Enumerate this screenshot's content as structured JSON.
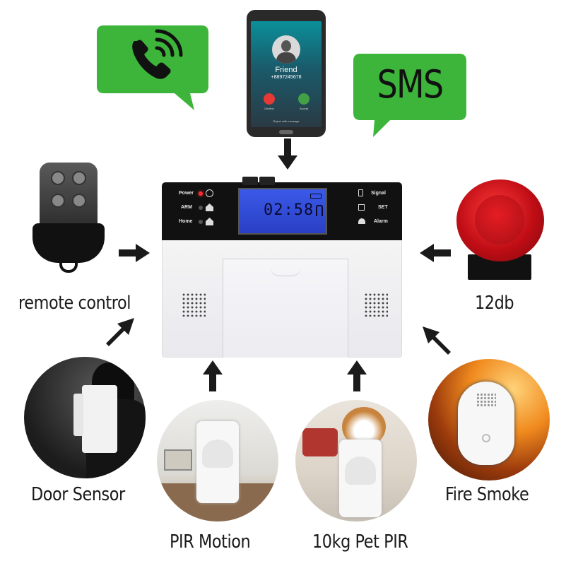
{
  "bubbles": {
    "sms_text": "SMS"
  },
  "phone": {
    "caller_name": "Friend",
    "caller_number": "+8897245678",
    "decline_label": "Decline",
    "accept_label": "Accept",
    "reject_text": "Reject with message"
  },
  "panel": {
    "power_label": "Power",
    "arm_label": "ARM",
    "home_label": "Home",
    "signal_label": "Signal",
    "set_label": "SET",
    "alarm_label": "Alarm",
    "lcd_time": "02:58"
  },
  "devices": {
    "remote_label": "remote control",
    "siren_label": "12db",
    "door_label": "Door Sensor",
    "pir_label": "PIR Motion",
    "pet_pir_label": "10kg Pet PIR",
    "smoke_label": "Fire Smoke"
  },
  "colors": {
    "bubble_green": "#3cb53a",
    "lcd_blue": "#2f4cd6",
    "panel_black": "#111111",
    "siren_red": "#d0141c"
  }
}
